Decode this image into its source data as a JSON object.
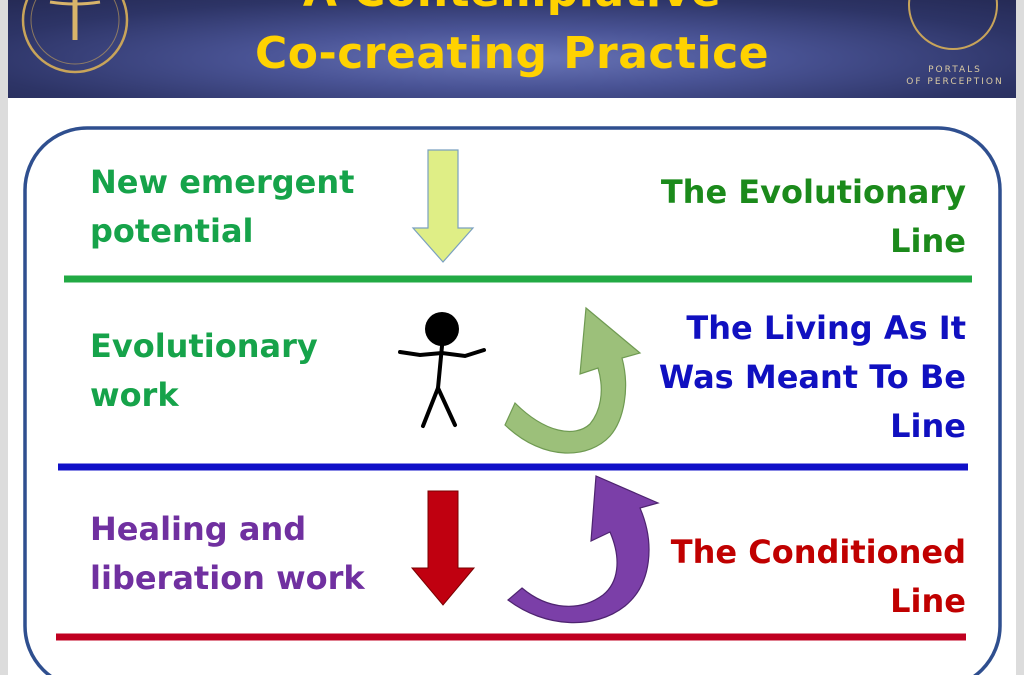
{
  "banner": {
    "title_line1": "A Contemplative",
    "title_line2": "Co-creating Practice",
    "brand_line1": "PORTALS",
    "brand_line2": "OF PERCEPTION",
    "title_color": "#ffd200"
  },
  "diagram": {
    "bands": [
      {
        "left_label": [
          "New emergent",
          "potential"
        ],
        "right_label": [
          "The Evolutionary",
          "Line"
        ],
        "line_color": "#22aa44"
      },
      {
        "left_label": [
          "Evolutionary",
          "work"
        ],
        "right_label": [
          "The Living As It",
          "Was Meant To Be",
          "Line"
        ],
        "line_color": "#1010c8"
      },
      {
        "left_label": [
          "Healing and",
          "liberation work"
        ],
        "right_label": [
          "The Conditioned",
          "Line"
        ],
        "line_color": "#c00020"
      }
    ],
    "icons": [
      "down-arrow-icon",
      "stick-figure-icon",
      "curved-arrow-icon",
      "down-arrow-icon",
      "curved-arrow-icon"
    ],
    "colors": {
      "frame": "#2f4f8f",
      "arrow_light_green": "#dfee86",
      "arrow_sage": "#9cc07a",
      "arrow_red": "#c00010",
      "arrow_purple": "#7b3fa8"
    }
  }
}
